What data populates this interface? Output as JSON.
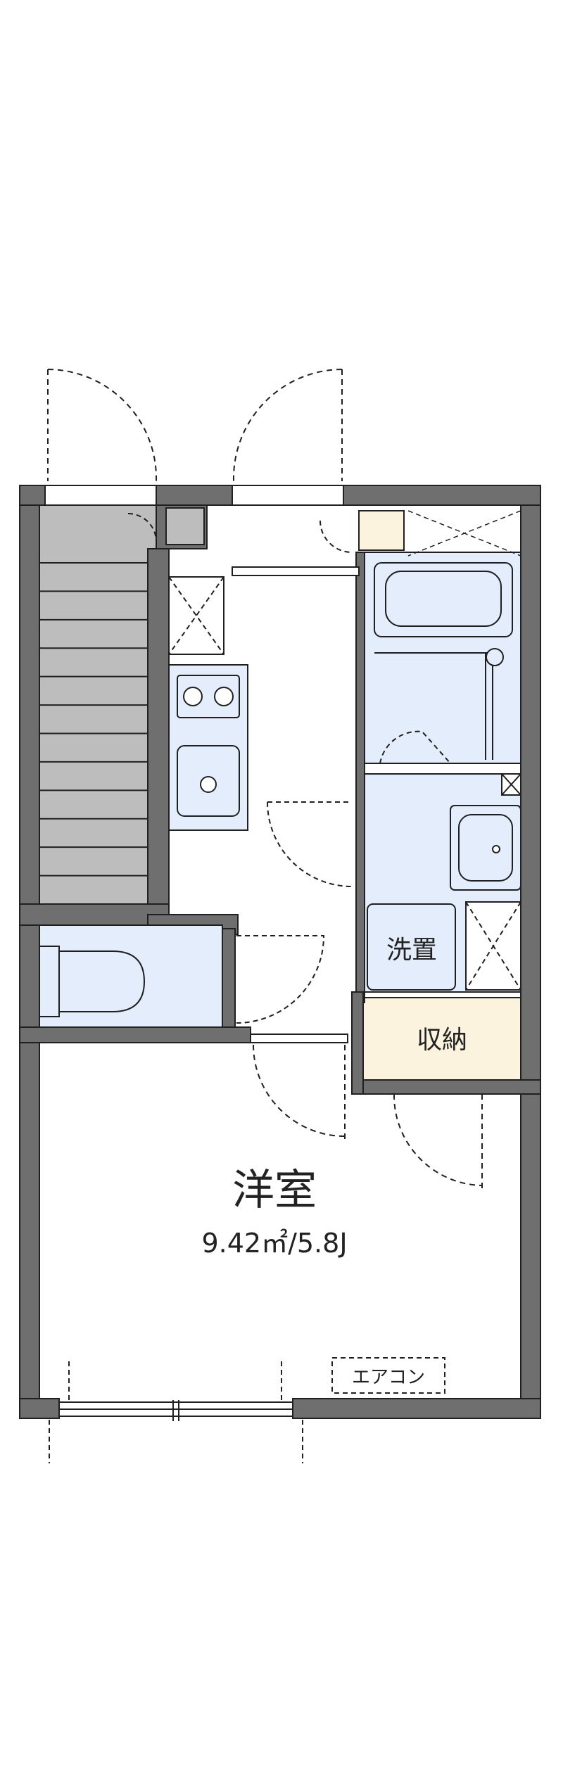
{
  "labels": {
    "western_room": "洋室",
    "western_room_size": "9.42㎡/5.8J",
    "washer_space": "洗置",
    "storage": "収納",
    "aircon": "エアコン"
  },
  "colors": {
    "wall": "#6f6f70",
    "wall_outline": "#202020",
    "stairs": "#bdbdbd",
    "fixture_blue": "#e4edfb",
    "storage_cream": "#fcf3df",
    "background": "#ffffff"
  }
}
